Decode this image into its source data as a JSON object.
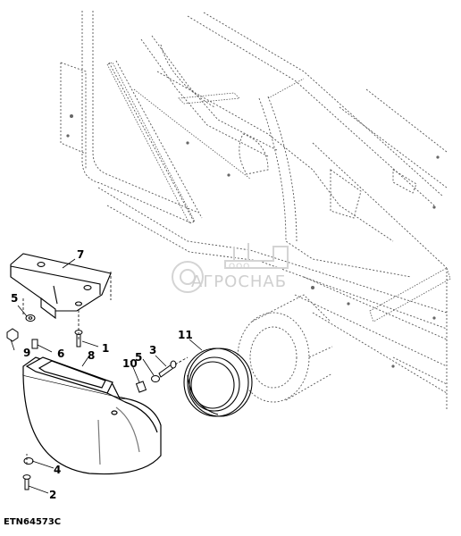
{
  "figure_id": "ETN64573C",
  "watermark": {
    "company_prefix": "ООО",
    "company_name": "АГРОСНАБ"
  },
  "callouts": [
    "1",
    "2",
    "3",
    "4",
    "5",
    "5",
    "6",
    "7",
    "8",
    "9",
    "10",
    "11"
  ]
}
